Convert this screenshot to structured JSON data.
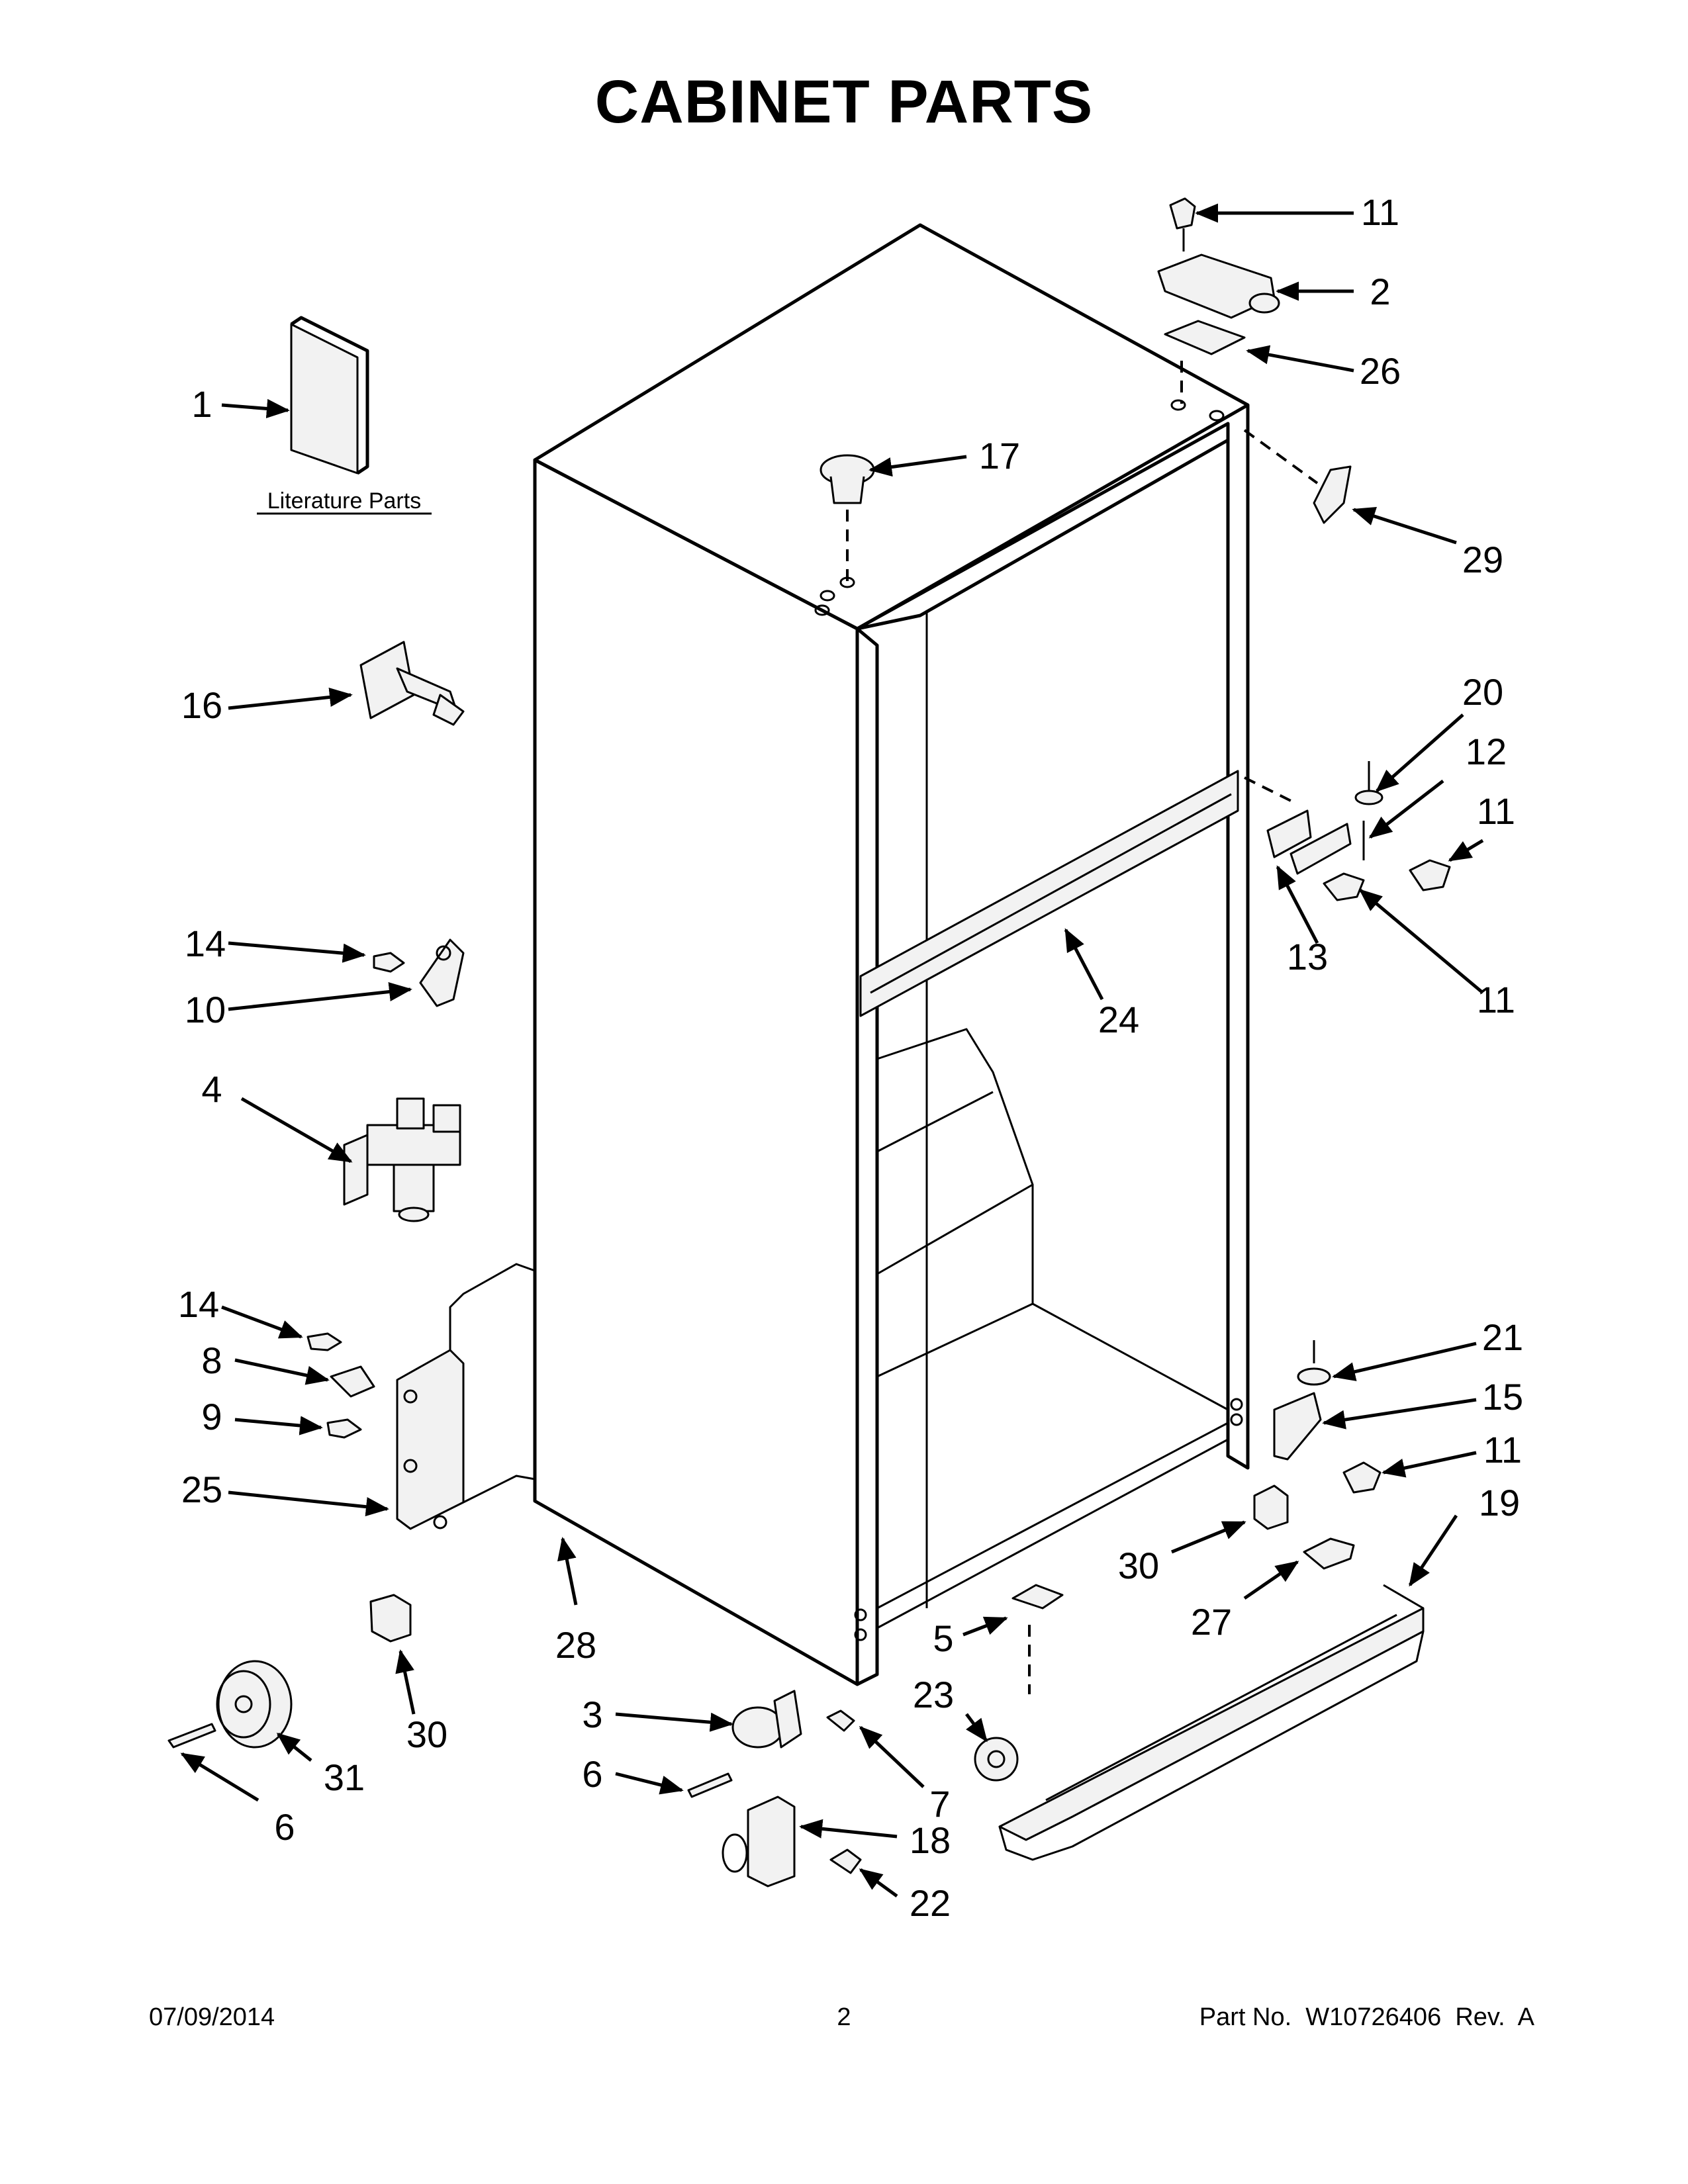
{
  "title": "CABINET PARTS",
  "literature_label": "Literature Parts",
  "callouts": [
    "1",
    "11",
    "2",
    "26",
    "17",
    "29",
    "16",
    "20",
    "12",
    "11",
    "11",
    "13",
    "14",
    "10",
    "24",
    "4",
    "14",
    "8",
    "9",
    "25",
    "21",
    "15",
    "11",
    "19",
    "30",
    "27",
    "28",
    "30",
    "5",
    "23",
    "3",
    "6",
    "7",
    "31",
    "6",
    "18",
    "22"
  ],
  "footer": {
    "date": "07/09/2014",
    "page": "2",
    "part_no": "Part No.  W10726406  Rev.  A"
  }
}
